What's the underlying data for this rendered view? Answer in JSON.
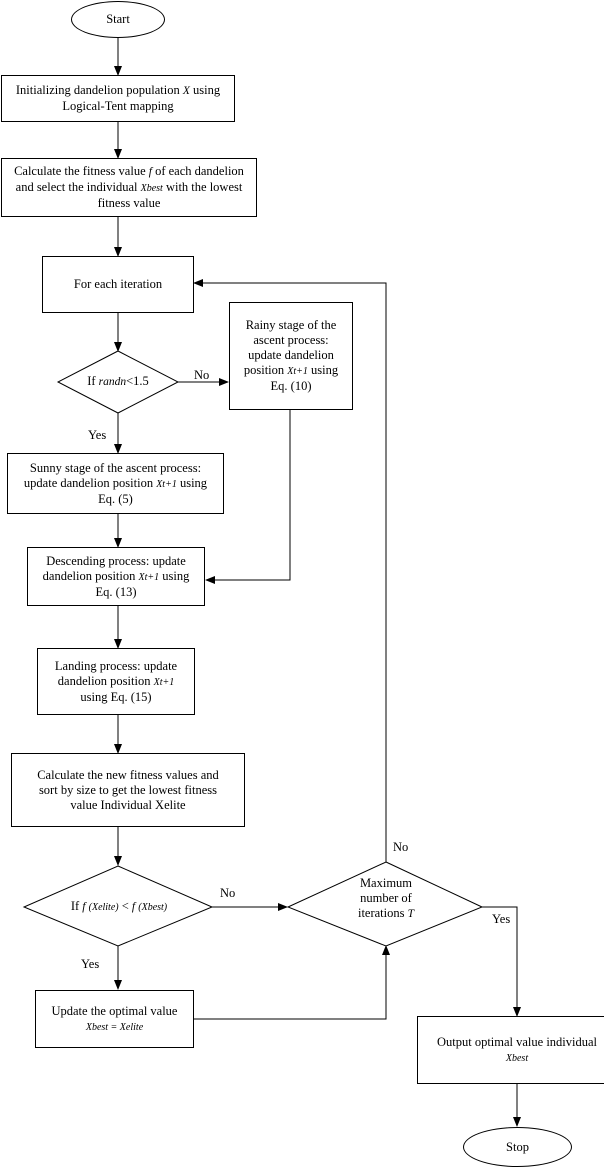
{
  "nodes": {
    "start": "Start",
    "init": {
      "line1_pre": "Initializing dandelion population ",
      "line1_var": "X",
      "line1_post": " using",
      "line2": "Logical-Tent mapping"
    },
    "fitness": {
      "line1_pre": "Calculate the fitness value ",
      "line1_var": "f",
      "line1_post": " of each dandelion",
      "line2_pre": "and select the individual ",
      "line2_var": "Xbest",
      "line2_post": " with the lowest",
      "line3": "fitness value"
    },
    "iteration": "For each iteration",
    "decision_randn": {
      "pre": "If ",
      "var": "randn",
      "post": "<1.5"
    },
    "rainy": {
      "line1": "Rainy stage of the",
      "line2": "ascent process:",
      "line3": "update dandelion",
      "line4_pre": "position ",
      "line4_var": "Xt+1",
      "line4_post": " using",
      "line5": "Eq. (10)"
    },
    "sunny": {
      "line1": "Sunny stage of the ascent process:",
      "line2_pre": "update dandelion position ",
      "line2_var": "Xt+1",
      "line2_post": " using",
      "line3": "Eq. (5)"
    },
    "descending": {
      "line1": "Descending process: update",
      "line2_pre": "dandelion position ",
      "line2_var": "Xt+1",
      "line2_post": " using",
      "line3": "Eq. (13)"
    },
    "landing": {
      "line1": "Landing process: update",
      "line2_pre": "dandelion position ",
      "line2_var": "Xt+1",
      "line3": "using Eq. (15)"
    },
    "new_fitness": {
      "line1": "Calculate the new fitness values and",
      "line2": "sort by size to get the lowest fitness",
      "line3": "value Individual Xelite"
    },
    "decision_elite": {
      "pre": "If ",
      "f1": "f",
      "v1": "(Xelite)",
      "mid": " < ",
      "f2": "f",
      "v2": "(Xbest)"
    },
    "max_iter": {
      "line1": "Maximum",
      "line2": "number of",
      "line3_pre": "iterations ",
      "line3_var": "T"
    },
    "update_optimal": {
      "line1": "Update the optimal value",
      "line2": "Xbest = Xelite"
    },
    "output": {
      "line1": "Output optimal value individual",
      "line2": "Xbest"
    },
    "stop": "Stop"
  },
  "edge_labels": {
    "randn_no": "No",
    "randn_yes": "Yes",
    "elite_no": "No",
    "elite_yes": "Yes",
    "max_no": "No",
    "max_yes": "Yes"
  }
}
